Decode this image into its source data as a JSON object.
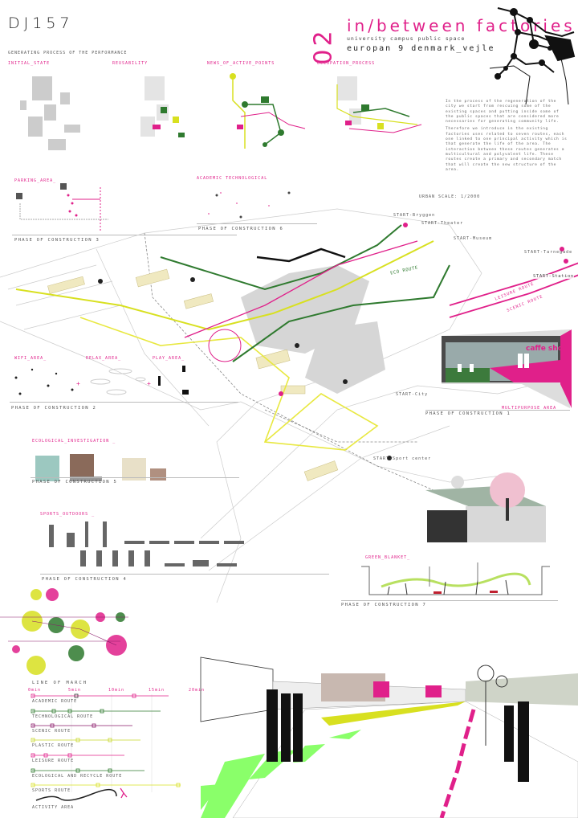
{
  "header": {
    "code": "DJ157",
    "number": "02",
    "title": "in/between factories",
    "subtitle": "university campus public space",
    "competition": "europan 9 denmark_vejle"
  },
  "process": {
    "heading": "GENERATING PROCESS OF THE PERFORMANCE",
    "steps": [
      "INITIAL_STATE",
      "REUSABILITY",
      "NEWS_OF_ACTIVE_POINTS",
      "OCCUPATION_PROCESS"
    ]
  },
  "intro": {
    "p1": "In the process of the regeneration of the city we start from rescuing some of the existing spaces and putting inside some of the public spaces that are considered more necessaries for generating community life.",
    "p2": "Therefore we introduce in the existing factories uses related to seven routes, each one linked to one principal activity which is that generate the life of the area. The interaction between these routes generates a multicultural and polyvalent life. These routes create a primary and secondary match that will create the new structure of the area."
  },
  "phases": {
    "p3": {
      "label": "PARKING_AREA_",
      "phase": "PHASE OF CONSTRUCTION 3"
    },
    "p6": {
      "label": "ACADEMIC TECHNOLOGICAL",
      "phase": "PHASE OF CONSTRUCTION 6"
    },
    "p2": {
      "labels": [
        "WIFI_AREA_",
        "RELAX_AREA_",
        "PLAY_AREA_"
      ],
      "phase": "PHASE OF CONSTRUCTION 2"
    },
    "p1": {
      "label": "MULTIPURPOSE_AREA",
      "phase": "PHASE OF CONSTRUCTION 1",
      "sign": "caffe shop"
    },
    "p5": {
      "label": "ECOLOGICAL_INVESTIGATION _",
      "phase": "PHASE OF CONSTRUCTION 5"
    },
    "p4": {
      "label": "SPORTS_OUTDOORS _",
      "phase": "PHASE OF CONSTRUCTION 4"
    },
    "p7": {
      "label": "GREEN_BLANKET_",
      "phase": "PHASE OF CONSTRUCTION 7"
    }
  },
  "map": {
    "scale": "URBAN SCALE: 1/2000",
    "starts": [
      "START-Bryggen",
      "START-Theater",
      "START-Museum",
      "START-Tarnegade",
      "START-Station",
      "START-Sport center",
      "START-City"
    ],
    "route_labels": [
      "LEISURE ROUTE",
      "SCENIC ROUTE",
      "ECO ROUTE"
    ]
  },
  "march": {
    "title": "LINE OF MARCH",
    "times": [
      "0min",
      "5min",
      "10min",
      "15min",
      "20min"
    ],
    "routes": [
      {
        "name": "ACADEMIC ROUTE",
        "color": "#e0208a"
      },
      {
        "name": "TECHNOLOGICAL ROUTE",
        "color": "#2f7a2f"
      },
      {
        "name": "SCENIC ROUTE",
        "color": "#8a1a6a"
      },
      {
        "name": "PLASTIC ROUTE",
        "color": "#c8d82a"
      },
      {
        "name": "LEISURE ROUTE",
        "color": "#e0208a"
      },
      {
        "name": "ECOLOGICAL AND RECYCLE ROUTE",
        "color": "#2f7a2f"
      },
      {
        "name": "SPORTS ROUTE",
        "color": "#d8e020"
      }
    ],
    "footer": "ACTIVITY AREA"
  },
  "colors": {
    "pink": "#e0208a",
    "green": "#2f7a2f",
    "lime": "#d8e020",
    "neon": "#7dff6a"
  }
}
